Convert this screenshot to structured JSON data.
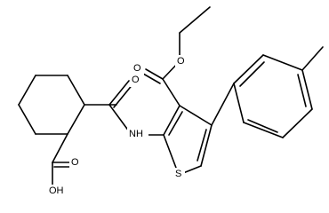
{
  "diagram": {
    "type": "chemical-structure",
    "atom_labels": {
      "carbonyl_o_ester": "O",
      "ester_o": "O",
      "amide_o": "O",
      "amide_nh": "NH",
      "acid_o": "O",
      "acid_oh": "OH",
      "ring_s": "S"
    }
  }
}
